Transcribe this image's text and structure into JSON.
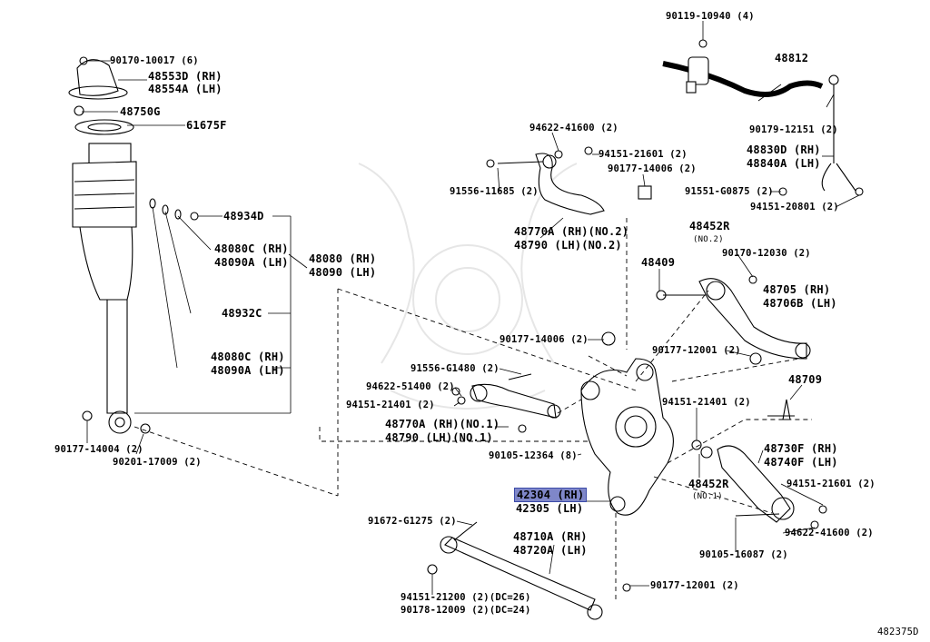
{
  "diagram_id": "482375D",
  "labels": {
    "p90170_10017": "90170-10017 (6)",
    "p48553d": "48553D (RH)",
    "p48554a": "48554A (LH)",
    "p48750g": "48750G",
    "p61675f": "61675F",
    "p48934d": "48934D",
    "p48080c_1": "48080C (RH)",
    "p48090a_1": "48090A (LH)",
    "p48080": "48080 (RH)",
    "p48090": "48090 (LH)",
    "p48932c": "48932C",
    "p48080c_2": "48080C (RH)",
    "p48090a_2": "48090A (LH)",
    "p90177_14004": "90177-14004 (2)",
    "p90201_17009": "90201-17009 (2)",
    "p90119_10940": "90119-10940 (4)",
    "p48812": "48812",
    "p90179_12151": "90179-12151 (2)",
    "p48830d": "48830D (RH)",
    "p48840a": "48840A (LH)",
    "p91551_g0875": "91551-G0875 (2)",
    "p94151_20801": "94151-20801 (2)",
    "p94622_41600_top": "94622-41600 (2)",
    "p94151_21601_top": "94151-21601 (2)",
    "p90177_14006_top": "90177-14006 (2)",
    "p91556_11685": "91556-11685 (2)",
    "p48770a_no2": "48770A (RH)(NO.2)",
    "p48790_no2": "48790 (LH)(NO.2)",
    "p48452r_no2": "48452R",
    "p48452r_no2_sub": "(NO.2)",
    "p48409": "48409",
    "p90170_12030": "90170-12030 (2)",
    "p48705": "48705 (RH)",
    "p48706b": "48706B (LH)",
    "p90177_14006_mid": "90177-14006 (2)",
    "p90177_12001_mid": "90177-12001 (2)",
    "p48709": "48709",
    "p91556_g1480": "91556-G1480 (2)",
    "p94622_51400": "94622-51400 (2)",
    "p94151_21401_left": "94151-21401 (2)",
    "p48770a_no1": "48770A (RH)(NO.1)",
    "p48790_no1": "48790 (LH)(NO.1)",
    "p90105_12364": "90105-12364 (8)",
    "p94151_21401_right": "94151-21401 (2)",
    "p48452r_no1": "48452R",
    "p48452r_no1_sub": "(NO.1)",
    "p48730f": "48730F (RH)",
    "p48740f": "48740F (LH)",
    "p94151_21601_right": "94151-21601 (2)",
    "p94622_41600_right": "94622-41600 (2)",
    "p42304": "42304 (RH)",
    "p42305": "42305 (LH)",
    "p91672_g1275": "91672-G1275 (2)",
    "p48710a": "48710A (RH)",
    "p48720a": "48720A (LH)",
    "p90105_16087": "90105-16087 (2)",
    "p90177_12001_bot": "90177-12001 (2)",
    "p94151_21200": "94151-21200 (2)(DC=26)",
    "p90178_12009": "90178-12009 (2)(DC=24)"
  },
  "highlight_color": "#7f87c9"
}
